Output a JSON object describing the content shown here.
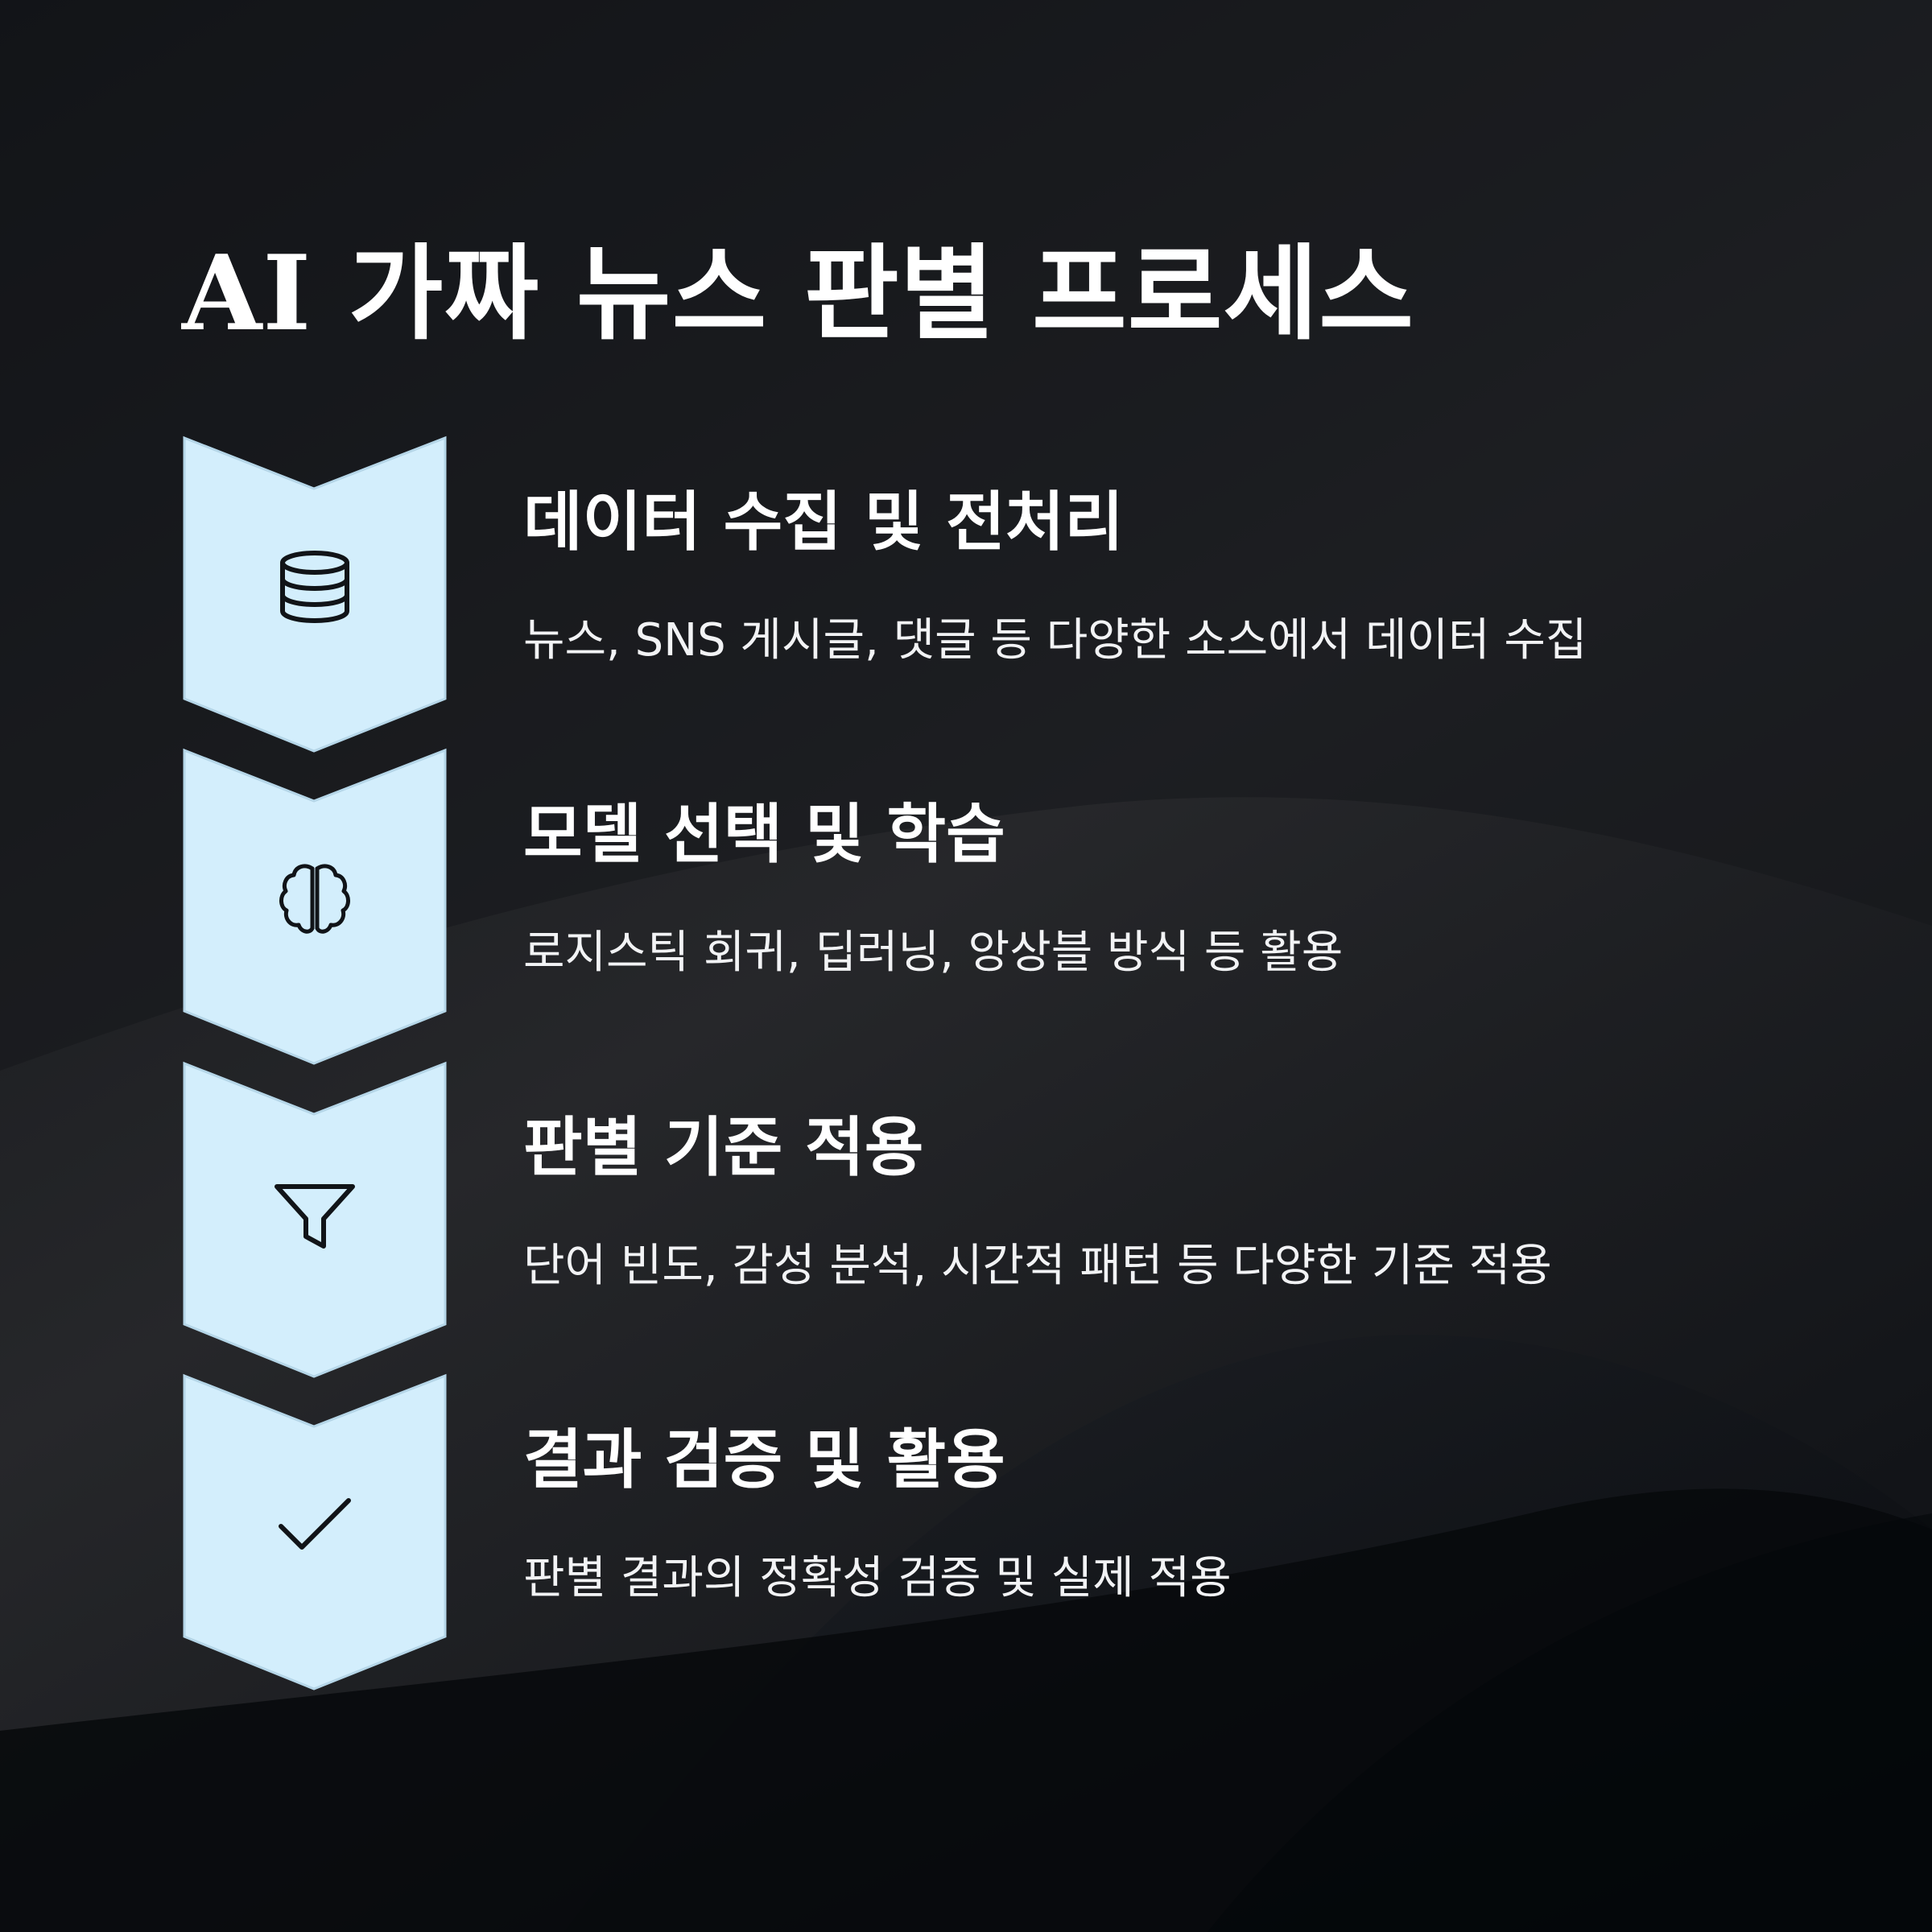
{
  "title": {
    "prefix": "AI",
    "main": " 가짜 뉴스 판별 프로세스"
  },
  "colors": {
    "background": "#1b1d20",
    "chevron_fill": "#d3eefc",
    "chevron_stroke": "#b5d6e8",
    "icon_stroke": "#111418",
    "text": "#ffffff"
  },
  "steps": [
    {
      "icon": "database-icon",
      "heading": "데이터 수집 및 전처리",
      "description": "뉴스, SNS 게시글, 댓글 등 다양한 소스에서 데이터 수집"
    },
    {
      "icon": "brain-icon",
      "heading": "모델 선택 및 학습",
      "description": "로지스틱 회귀, 딥러닝, 앙상블 방식 등 활용"
    },
    {
      "icon": "filter-icon",
      "heading": "판별 기준 적용",
      "description": "단어 빈도, 감성 분석, 시간적 패턴 등 다양한 기준 적용"
    },
    {
      "icon": "check-icon",
      "heading": "결과 검증 및 활용",
      "description": "판별 결과의 정확성 검증 및 실제 적용"
    }
  ]
}
